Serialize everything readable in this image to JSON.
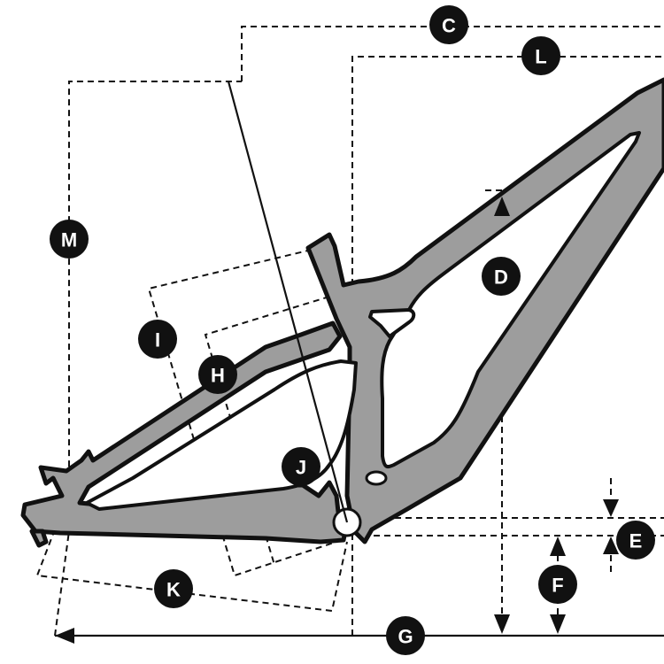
{
  "labels": {
    "C": "C",
    "L": "L",
    "M": "M",
    "D": "D",
    "I": "I",
    "H": "H",
    "J": "J",
    "K": "K",
    "E": "E",
    "F": "F",
    "G": "G"
  },
  "colors": {
    "frame_fill": "#9d9d9d",
    "line": "#111111",
    "badge": "#111111",
    "background": "#ffffff"
  }
}
